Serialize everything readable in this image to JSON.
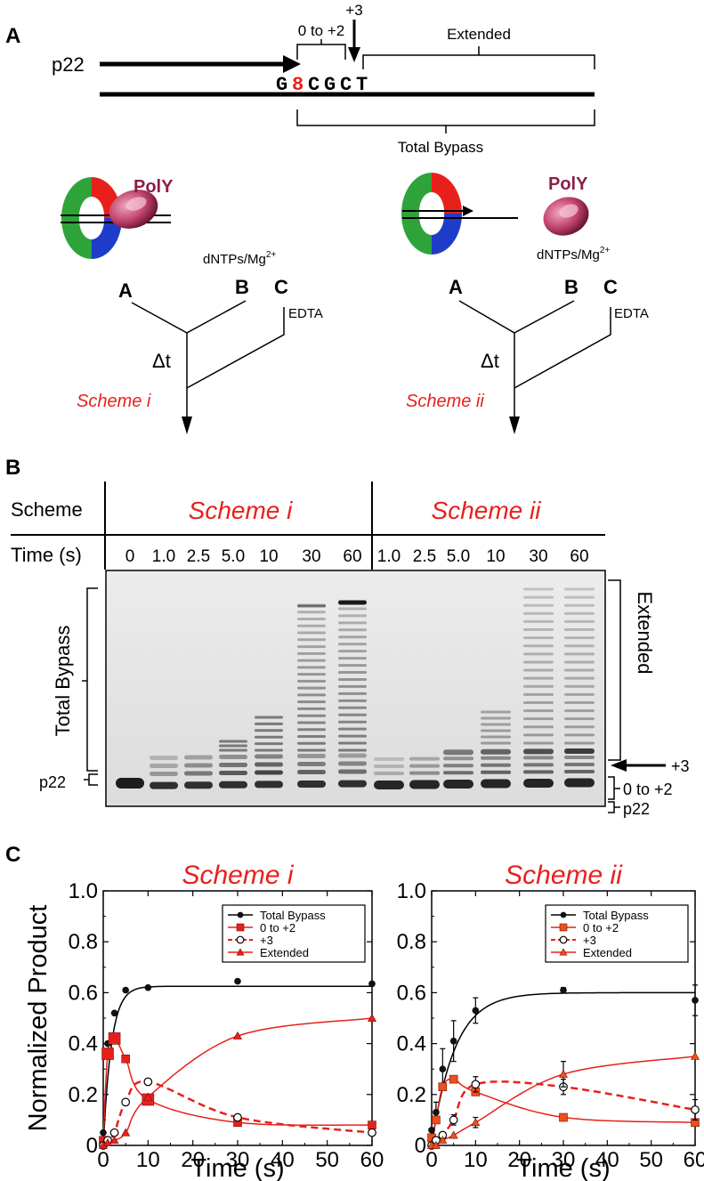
{
  "panel_labels": {
    "a": "A",
    "b": "B",
    "c": "C"
  },
  "panel_a": {
    "primer_label": "p22",
    "sequence": [
      "G",
      "8",
      "C",
      "G",
      "C",
      "T"
    ],
    "region_0to2": "0 to +2",
    "plus3": "+3",
    "extended": "Extended",
    "total_bypass": "Total Bypass",
    "poly_label": "PolY",
    "schemes": [
      {
        "dntps": "dNTPs/Mg",
        "dntps_sup": "2+",
        "A": "A",
        "B": "B",
        "C": "C",
        "edta": "EDTA",
        "dt": "Δt",
        "name": "Scheme i"
      },
      {
        "dntps": "dNTPs/Mg",
        "dntps_sup": "2+",
        "A": "A",
        "B": "B",
        "C": "C",
        "edta": "EDTA",
        "dt": "Δt",
        "name": "Scheme ii"
      }
    ],
    "colors": {
      "red": "#e8201c",
      "green": "#2ea33a",
      "blue": "#1e3cc8",
      "poly": "#8b1e4a"
    }
  },
  "panel_b": {
    "scheme_header": "Scheme",
    "time_header": "Time (s)",
    "scheme_i": "Scheme i",
    "scheme_ii": "Scheme ii",
    "times_i": [
      "0",
      "1.0",
      "2.5",
      "5.0",
      "10",
      "30",
      "60"
    ],
    "times_ii": [
      "1.0",
      "2.5",
      "5.0",
      "10",
      "30",
      "60"
    ],
    "left_labels": {
      "total_bypass": "Total Bypass",
      "p22": "p22"
    },
    "right_labels": {
      "extended": "Extended",
      "plus3": "+3",
      "zero_to_two": "0 to +2",
      "p22": "p22"
    }
  },
  "chart_data": [
    {
      "type": "scatter",
      "title": "Scheme i",
      "xlabel": "Time (s)",
      "ylabel": "Normalized Product",
      "xlim": [
        0,
        60
      ],
      "ylim": [
        0,
        1.0
      ],
      "xticks": [
        "0",
        "10",
        "20",
        "30",
        "40",
        "50",
        "60"
      ],
      "yticks": [
        "0",
        "0.2",
        "0.4",
        "0.6",
        "0.8",
        "1.0"
      ],
      "legend_position": "top-right",
      "series": [
        {
          "name": "Total Bypass",
          "color": "#000000",
          "marker": "circle-filled",
          "line": "solid",
          "x": [
            0,
            1,
            2.5,
            5,
            10,
            30,
            60
          ],
          "y": [
            0.05,
            0.4,
            0.52,
            0.61,
            0.62,
            0.645,
            0.635
          ],
          "fit": {
            "A": 0.625,
            "k": 0.55
          }
        },
        {
          "name": "0 to +2",
          "color": "#e8201c",
          "marker": "square-filled",
          "line": "solid",
          "x": [
            0,
            1,
            2.5,
            5,
            10,
            30,
            60
          ],
          "y": [
            0.02,
            0.36,
            0.42,
            0.34,
            0.18,
            0.09,
            0.08
          ]
        },
        {
          "name": "+3",
          "color": "#e8201c",
          "marker": "circle-open",
          "line": "dashed",
          "x": [
            0,
            1,
            2.5,
            5,
            10,
            30,
            60
          ],
          "y": [
            0.0,
            0.02,
            0.05,
            0.17,
            0.25,
            0.11,
            0.05
          ]
        },
        {
          "name": "Extended",
          "color": "#e8201c",
          "marker": "triangle-filled",
          "line": "solid",
          "x": [
            0,
            1,
            2.5,
            5,
            10,
            30,
            60
          ],
          "y": [
            0.0,
            0.01,
            0.02,
            0.05,
            0.19,
            0.43,
            0.5
          ]
        }
      ]
    },
    {
      "type": "scatter",
      "title": "Scheme ii",
      "xlabel": "Time (s)",
      "ylabel": "",
      "xlim": [
        0,
        60
      ],
      "ylim": [
        0,
        1.0
      ],
      "xticks": [
        "0",
        "10",
        "20",
        "30",
        "40",
        "50",
        "60"
      ],
      "yticks": [
        "0",
        "0.2",
        "0.4",
        "0.6",
        "0.8",
        "1.0"
      ],
      "legend_position": "top-right",
      "series": [
        {
          "name": "Total Bypass",
          "color": "#000000",
          "marker": "circle-filled",
          "line": "solid",
          "x": [
            0,
            1,
            2.5,
            5,
            10,
            30,
            60
          ],
          "y": [
            0.06,
            0.13,
            0.3,
            0.41,
            0.53,
            0.61,
            0.57
          ],
          "err": [
            0,
            0.04,
            0.08,
            0.08,
            0.05,
            0.01,
            0.06
          ],
          "fit": {
            "A": 0.6,
            "k": 0.19
          }
        },
        {
          "name": "0 to +2",
          "color": "#e8501c",
          "marker": "square-filled",
          "line": "solid",
          "x": [
            0,
            1,
            2.5,
            5,
            10,
            30,
            60
          ],
          "y": [
            0.03,
            0.1,
            0.23,
            0.26,
            0.21,
            0.11,
            0.09
          ]
        },
        {
          "name": "+3",
          "color": "#e8201c",
          "marker": "circle-open",
          "line": "dashed",
          "x": [
            0,
            1,
            2.5,
            5,
            10,
            30,
            60
          ],
          "y": [
            0.0,
            0.02,
            0.04,
            0.1,
            0.24,
            0.23,
            0.14
          ],
          "err": [
            0,
            0,
            0,
            0.02,
            0.03,
            0.03,
            0.04
          ]
        },
        {
          "name": "Extended",
          "color": "#e8501c",
          "marker": "triangle-filled",
          "line": "solid",
          "x": [
            0,
            1,
            2.5,
            5,
            10,
            30,
            60
          ],
          "y": [
            0.0,
            0.0,
            0.02,
            0.04,
            0.09,
            0.28,
            0.35
          ],
          "err": [
            0,
            0,
            0,
            0,
            0.02,
            0.05,
            0
          ]
        }
      ]
    }
  ]
}
